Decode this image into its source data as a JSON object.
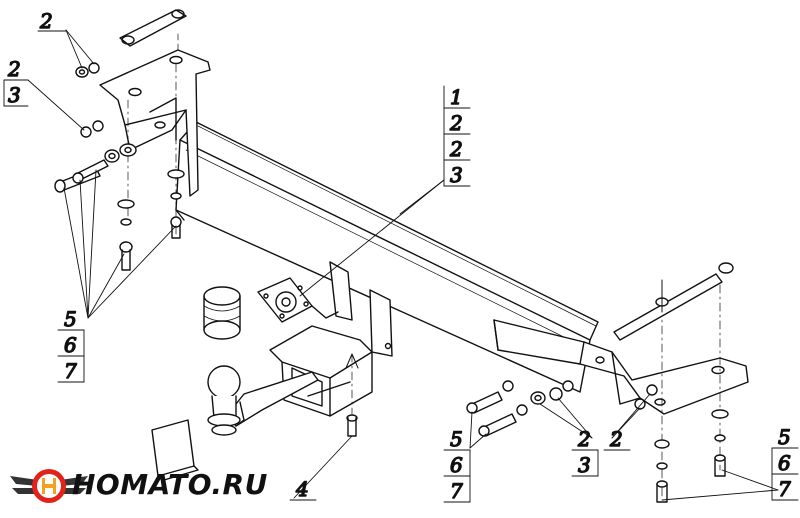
{
  "callouts": {
    "top_left": [
      "2"
    ],
    "left_pair": [
      "2",
      "3"
    ],
    "center_stack": [
      "1",
      "2",
      "2",
      "3"
    ],
    "left_fasteners": [
      "5",
      "6",
      "7"
    ],
    "bottom_center": [
      "4"
    ],
    "right_center": [
      "2",
      "3"
    ],
    "right_center_b": [
      "2"
    ],
    "mid_right": [
      "5",
      "6",
      "7"
    ],
    "far_right": [
      "5",
      "6",
      "7"
    ]
  },
  "logo": {
    "text": "HOMATO.RU",
    "colors": {
      "ring": "#e2231a",
      "wing": "#333333",
      "letter": "#f5a01e"
    }
  },
  "colors": {
    "line": "#111111",
    "background": "#ffffff"
  }
}
